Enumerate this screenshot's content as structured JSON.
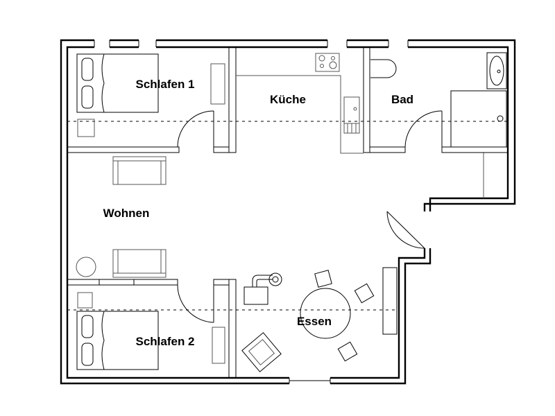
{
  "rooms": {
    "schlafen1": "Schlafen  1",
    "kueche": "Küche",
    "bad": "Bad",
    "wohnen": "Wohnen",
    "schlafen2": "Schlafen  2",
    "essen": "Essen"
  }
}
